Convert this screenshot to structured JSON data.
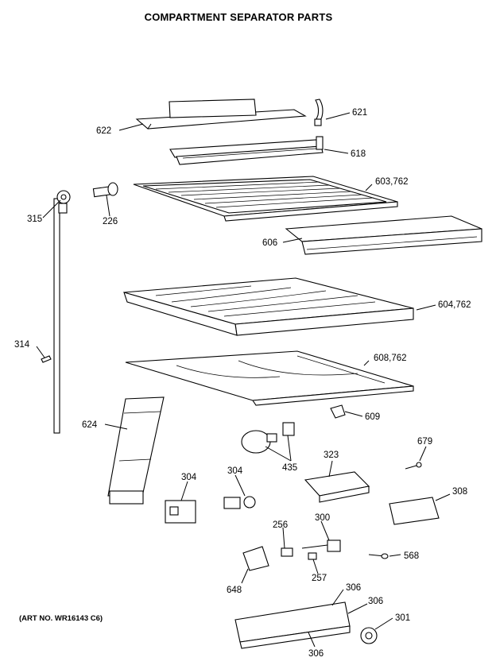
{
  "title": "COMPARTMENT SEPARATOR PARTS",
  "art_no": "(ART NO. WR16143 C6)",
  "labels": {
    "l621": "621",
    "l622": "622",
    "l618": "618",
    "l603": "603,762",
    "l315": "315",
    "l226": "226",
    "l606": "606",
    "l604": "604,762",
    "l314": "314",
    "l608": "608,762",
    "l624": "624",
    "l609": "609",
    "l679": "679",
    "l323": "323",
    "l435": "435",
    "l304a": "304",
    "l304b": "304",
    "l308": "308",
    "l256": "256",
    "l300": "300",
    "l568": "568",
    "l648": "648",
    "l257": "257",
    "l306a": "306",
    "l306b": "306",
    "l306c": "306",
    "l301": "301"
  }
}
